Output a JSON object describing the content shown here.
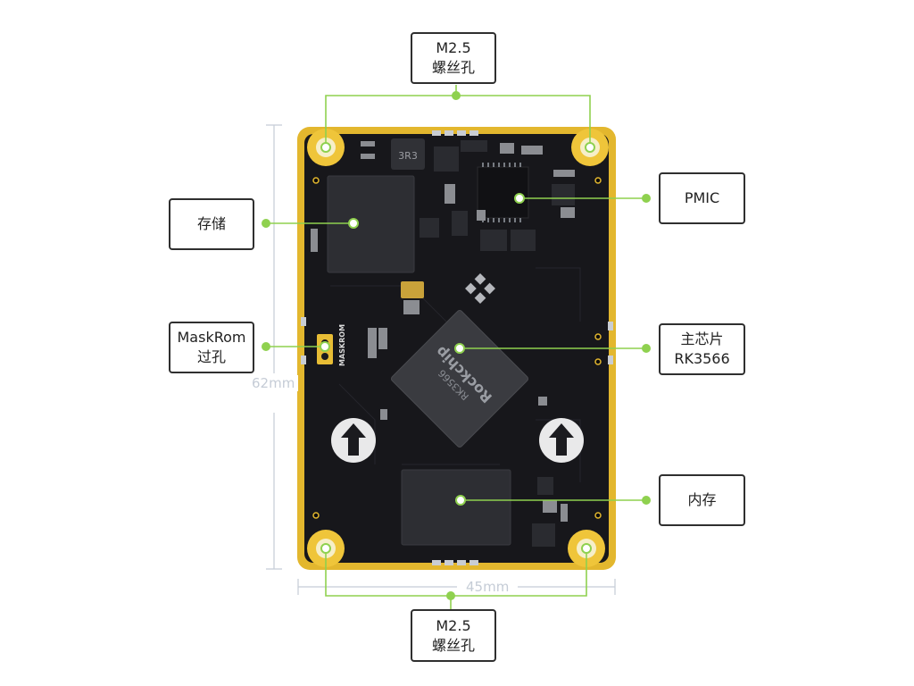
{
  "labels": {
    "mount_top": {
      "line1": "M2.5",
      "line2": "螺丝孔"
    },
    "mount_bottom": {
      "line1": "M2.5",
      "line2": "螺丝孔"
    },
    "storage": "存储",
    "maskrom": {
      "line1": "MaskRom",
      "line2": "过孔"
    },
    "pmic": "PMIC",
    "soc": {
      "line1": "主芯片",
      "line2": "RK3566"
    },
    "memory": "内存"
  },
  "dimensions": {
    "height": "62mm",
    "width": "45mm"
  },
  "board_silkscreen": {
    "maskrom_text": "MASKROM",
    "inductor_text": "3R3",
    "soc_brand": "Rockchip",
    "soc_model": "RK3566"
  },
  "colors": {
    "callout_line": "#8fd14f",
    "board": "#16161a",
    "edge": "#e8b92f",
    "dimension": "#c5ccd6"
  }
}
